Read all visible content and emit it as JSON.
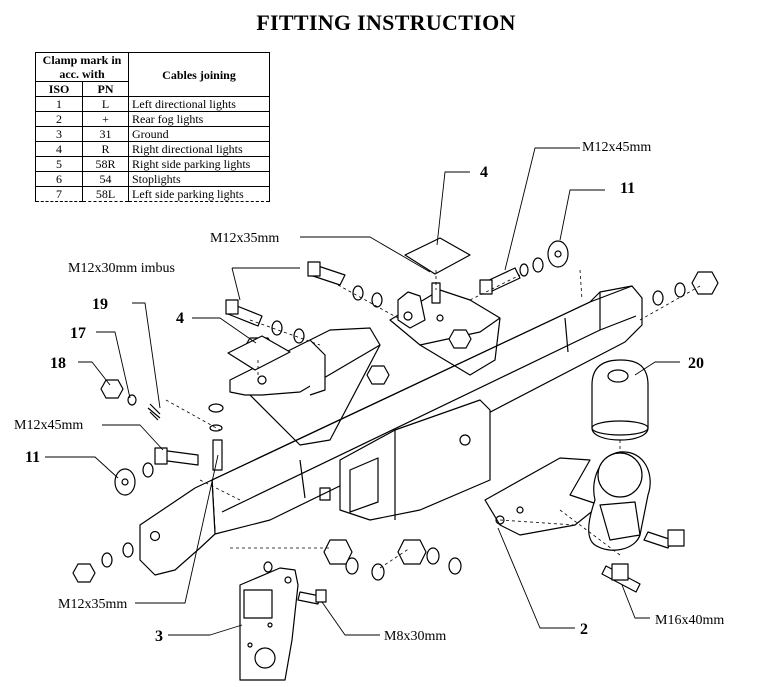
{
  "title": "FITTING INSTRUCTION",
  "table": {
    "header_clamp": "Clamp mark in acc. with",
    "header_cables": "Cables joining",
    "header_iso": "ISO",
    "header_pn": "PN",
    "rows": [
      {
        "iso": "1",
        "pn": "L",
        "desc": "Left directional lights"
      },
      {
        "iso": "2",
        "pn": "+",
        "desc": "Rear fog lights"
      },
      {
        "iso": "3",
        "pn": "31",
        "desc": "Ground"
      },
      {
        "iso": "4",
        "pn": "R",
        "desc": "Right directional lights"
      },
      {
        "iso": "5",
        "pn": "58R",
        "desc": "Right side parking lights"
      },
      {
        "iso": "6",
        "pn": "54",
        "desc": "Stoplights"
      },
      {
        "iso": "7",
        "pn": "58L",
        "desc": "Left side parking lights"
      }
    ]
  },
  "labels": {
    "m12x45_top": "M12x45mm",
    "num_11_top": "11",
    "num_4_top": "4",
    "m12x35_top": "M12x35mm",
    "m12x30_imbus": "M12x30mm imbus",
    "num_19": "19",
    "num_4_left": "4",
    "num_17": "17",
    "num_18": "18",
    "num_20": "20",
    "m12x45_left": "M12x45mm",
    "num_11_left": "11",
    "m12x35_bottom": "M12x35mm",
    "num_3": "3",
    "m8x30": "M8x30mm",
    "num_2": "2",
    "m16x40": "M16x40mm"
  }
}
